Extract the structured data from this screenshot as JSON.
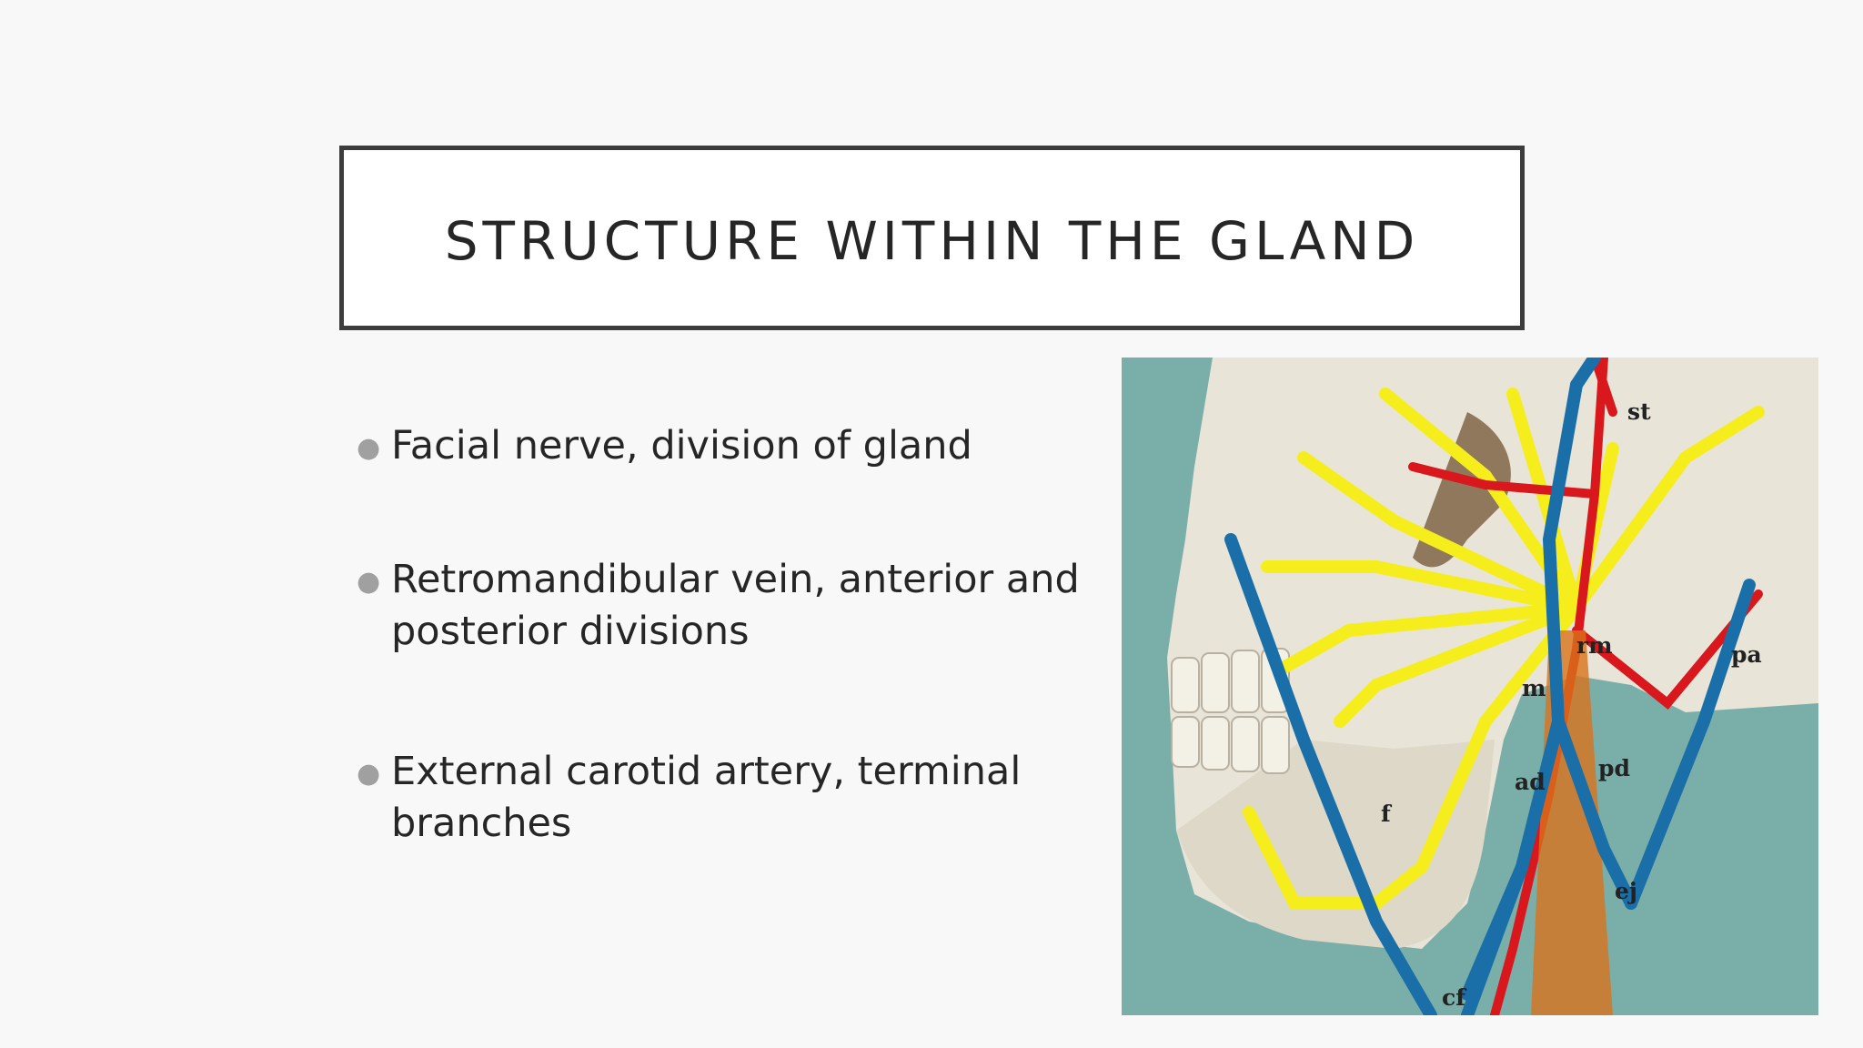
{
  "slide": {
    "title": "STRUCTURE WITHIN THE GLAND",
    "bullets": [
      {
        "text": "Facial nerve, division of gland"
      },
      {
        "text": "Retromandibular vein, anterior and posterior divisions"
      },
      {
        "text": "External carotid artery, terminal branches"
      }
    ]
  },
  "figure": {
    "labels": {
      "st": "st",
      "rm": "rm",
      "m": "m",
      "pa": "pa",
      "ad": "ad",
      "pd": "pd",
      "f": "f",
      "ej": "ej",
      "cf": "cf"
    },
    "colors": {
      "nerve": "#f5ee1c",
      "vein": "#1a6fa8",
      "artery": "#d8181c",
      "background": "#7aaea8",
      "bone": "#e8e4d8"
    }
  }
}
